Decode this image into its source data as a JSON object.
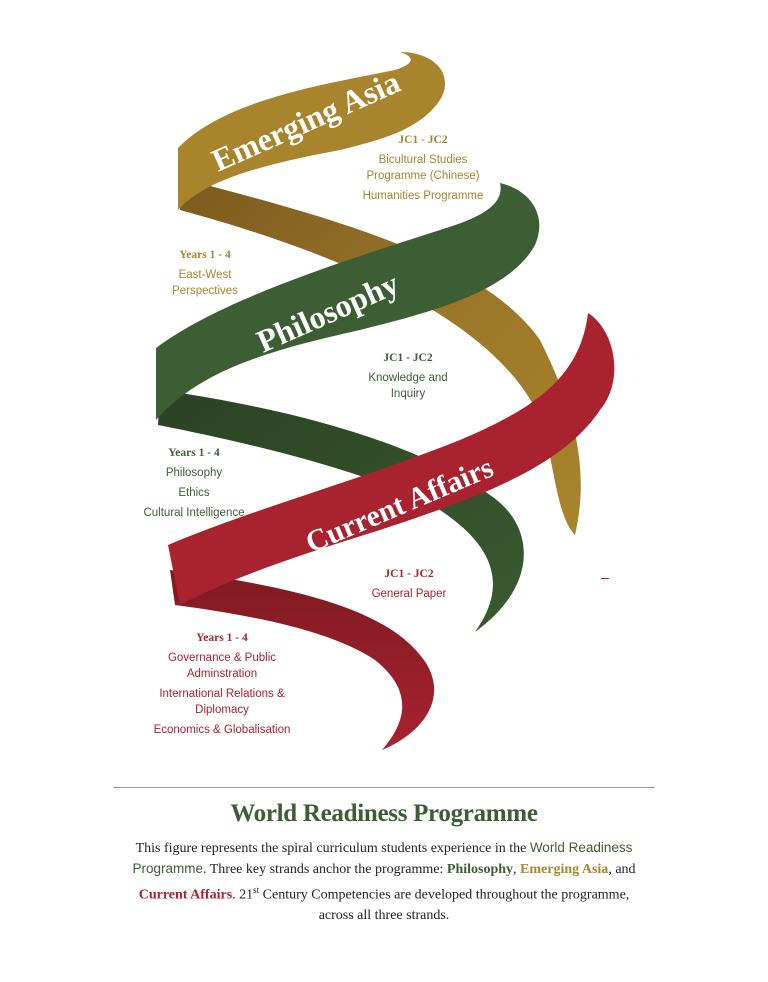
{
  "strands": {
    "emerging_asia": {
      "title": "Emerging Asia",
      "color": "#a8842c",
      "jc_heading": "JC1 - JC2",
      "jc_items": [
        "Bicultural Studies Programme (Chinese)",
        "Humanities Programme"
      ],
      "years_heading": "Years 1 - 4",
      "years_items": [
        "East-West Perspectives"
      ]
    },
    "philosophy": {
      "title": "Philosophy",
      "color": "#3d5e35",
      "jc_heading": "JC1 - JC2",
      "jc_items": [
        "Knowledge and Inquiry"
      ],
      "years_heading": "Years 1 - 4",
      "years_items": [
        "Philosophy",
        "Ethics",
        "Cultural Intelligence"
      ]
    },
    "current_affairs": {
      "title": "Current Affairs",
      "color": "#a82230",
      "jc_heading": "JC1 - JC2",
      "jc_items": [
        "General Paper"
      ],
      "years_heading": "Years 1 - 4",
      "years_items": [
        "Governance & Public Adminstration",
        "International Relations & Diplomacy",
        "Economics & Globalisation"
      ]
    }
  },
  "footer": {
    "title": "World Readiness Programme",
    "caption_1": "This figure represents the spiral curriculum students experience in the ",
    "caption_program": "World Readiness Programme",
    "caption_2": ". Three key strands anchor the programme: ",
    "caption_philosophy": "Philosophy",
    "caption_3": ", ",
    "caption_asia": "Emerging Asia",
    "caption_4": ", and ",
    "caption_affairs": "Current Affairs",
    "caption_5": ". 21",
    "caption_sup": "st",
    "caption_6": " Century Competencies are developed throughout the programme, across all three strands."
  }
}
